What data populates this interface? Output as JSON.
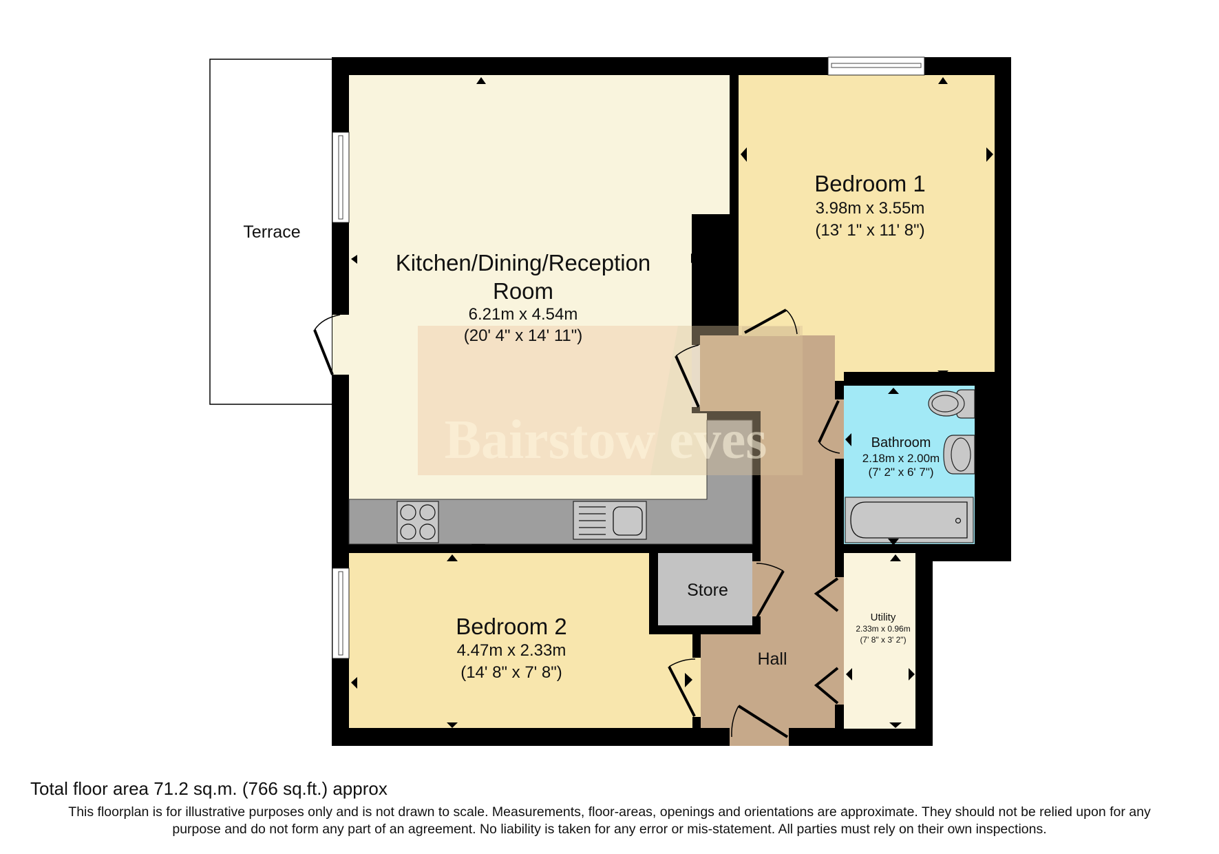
{
  "colors": {
    "wall": "#000000",
    "kitchen": "#f9f4dd",
    "bedroom": "#f8e6ad",
    "hall": "#c6a98a",
    "bathroom": "#a2e9f6",
    "utility": "#faf4dd",
    "store": "#c3c3c3",
    "counter": "#9e9e9e",
    "terrace": "#ffffff",
    "watermark_box": "#f2d5c0"
  },
  "rooms": {
    "terrace": {
      "name": "Terrace"
    },
    "kitchen": {
      "name_line1": "Kitchen/Dining/Reception",
      "name_line2": "Room",
      "metric": "6.21m x 4.54m",
      "imperial": "(20' 4\" x 14' 11\")"
    },
    "bedroom1": {
      "name": "Bedroom 1",
      "metric": "3.98m x 3.55m",
      "imperial": "(13' 1\" x 11' 8\")"
    },
    "bathroom": {
      "name": "Bathroom",
      "metric": "2.18m x 2.00m",
      "imperial": "(7' 2\" x 6' 7\")"
    },
    "bedroom2": {
      "name": "Bedroom 2",
      "metric": "4.47m x 2.33m",
      "imperial": "(14' 8\" x 7' 8\")"
    },
    "store": {
      "name": "Store"
    },
    "hall": {
      "name": "Hall"
    },
    "utility": {
      "name": "Utility",
      "metric": "2.33m x 0.96m",
      "imperial": "(7' 8\" x 3' 2\")"
    }
  },
  "watermark": {
    "text": "Bairstow Eves"
  },
  "footer": {
    "total_area": "Total floor area 71.2 sq.m. (766 sq.ft.) approx",
    "disclaimer_line1": "This floorplan is for illustrative purposes only and is not drawn to scale. Measurements, floor-areas, openings and orientations are approximate. They should not be relied upon for any",
    "disclaimer_line2": "purpose and do not form any part of an agreement. No liability is taken for any error or mis-statement. All parties must rely on their own inspections."
  }
}
